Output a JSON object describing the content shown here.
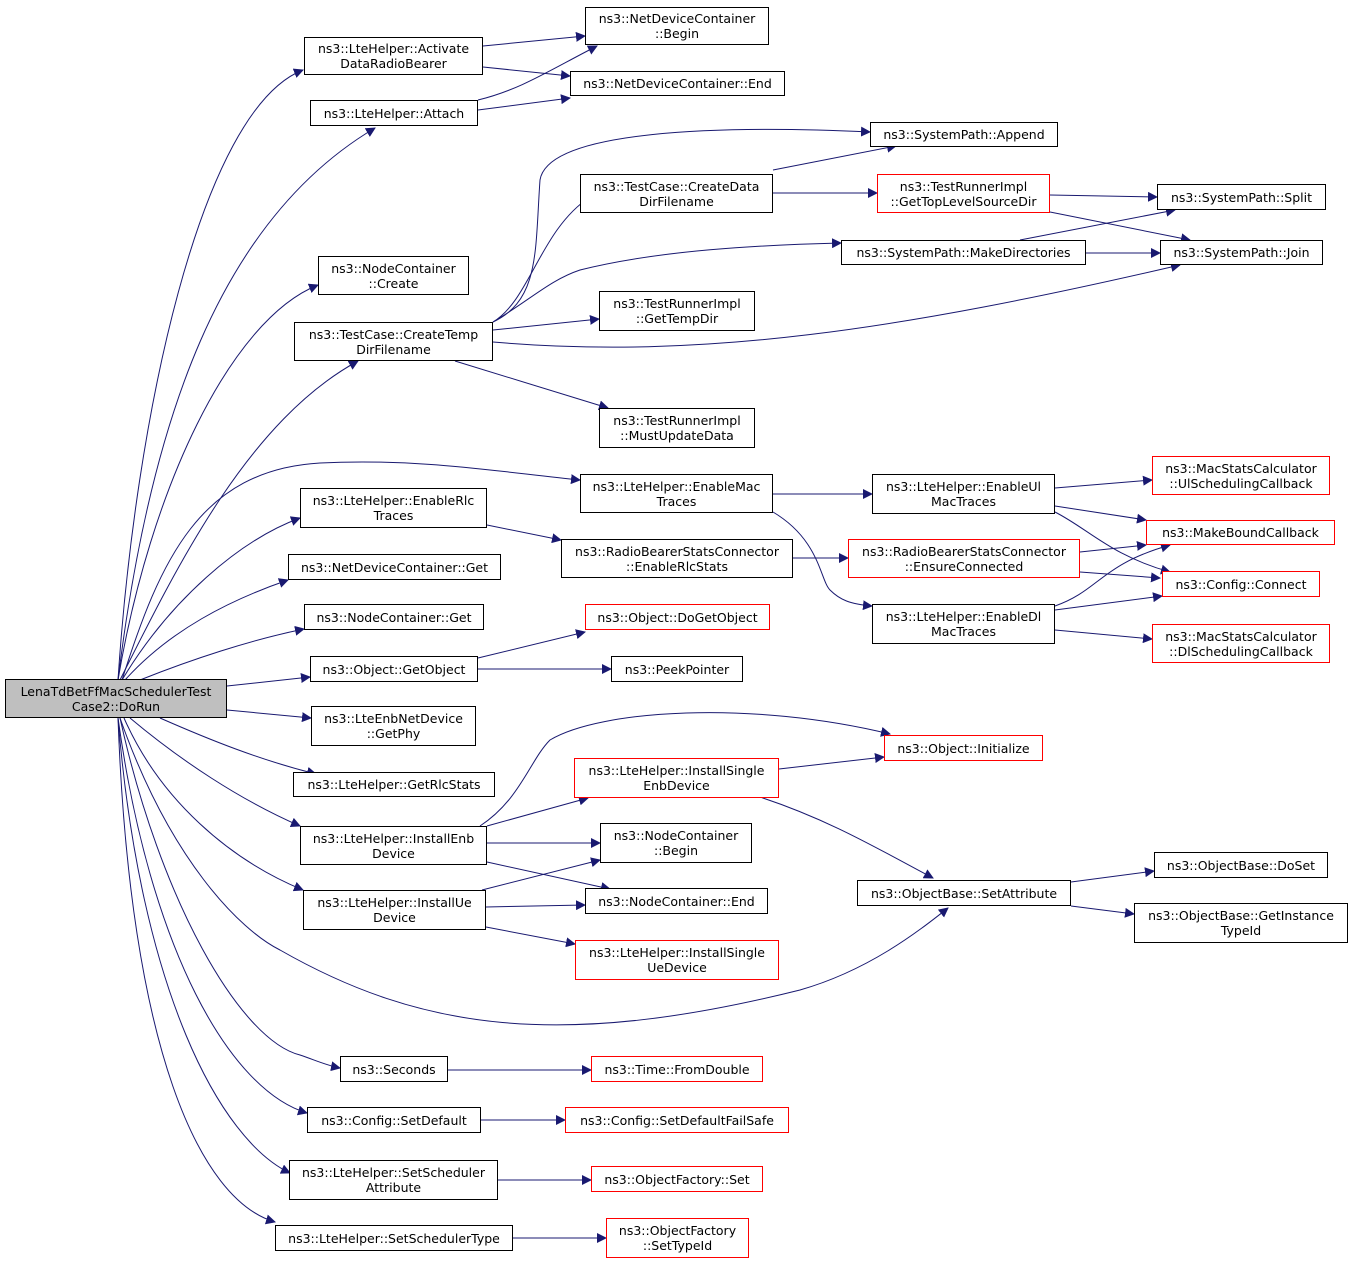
{
  "colors": {
    "edge": "#191970",
    "node_border": "#000000",
    "truncated_border": "#ff0000",
    "root_fill": "#bfbfbf"
  },
  "nodes": {
    "root": [
      "LenaTdBetFfMacSchedulerTest",
      "Case2::DoRun"
    ],
    "activateDataRadioBearer": [
      "ns3::LteHelper::Activate",
      "DataRadioBearer"
    ],
    "ndcBegin": [
      "ns3::NetDeviceContainer",
      "::Begin"
    ],
    "ndcEnd": [
      "ns3::NetDeviceContainer::End"
    ],
    "attach": [
      "ns3::LteHelper::Attach"
    ],
    "spAppend": [
      "ns3::SystemPath::Append"
    ],
    "createDataDirFilename": [
      "ns3::TestCase::CreateData",
      "DirFilename"
    ],
    "getTopLevelSourceDir": [
      "ns3::TestRunnerImpl",
      "::GetTopLevelSourceDir"
    ],
    "spSplit": [
      "ns3::SystemPath::Split"
    ],
    "makeDirectories": [
      "ns3::SystemPath::MakeDirectories"
    ],
    "spJoin": [
      "ns3::SystemPath::Join"
    ],
    "ncCreate": [
      "ns3::NodeContainer",
      "::Create"
    ],
    "createTempDirFilename": [
      "ns3::TestCase::CreateTemp",
      "DirFilename"
    ],
    "getTempDir": [
      "ns3::TestRunnerImpl",
      "::GetTempDir"
    ],
    "mustUpdateData": [
      "ns3::TestRunnerImpl",
      "::MustUpdateData"
    ],
    "enableMacTraces": [
      "ns3::LteHelper::EnableMac",
      "Traces"
    ],
    "enableUlMacTraces": [
      "ns3::LteHelper::EnableUl",
      "MacTraces"
    ],
    "ulSchedulingCallback": [
      "ns3::MacStatsCalculator",
      "::UlSchedulingCallback"
    ],
    "enableRlcTraces": [
      "ns3::LteHelper::EnableRlc",
      "Traces"
    ],
    "makeBoundCallback": [
      "ns3::MakeBoundCallback"
    ],
    "enableRlcStats": [
      "ns3::RadioBearerStatsConnector",
      "::EnableRlcStats"
    ],
    "ensureConnected": [
      "ns3::RadioBearerStatsConnector",
      "::EnsureConnected"
    ],
    "configConnect": [
      "ns3::Config::Connect"
    ],
    "ndcGet": [
      "ns3::NetDeviceContainer::Get"
    ],
    "ncGet": [
      "ns3::NodeContainer::Get"
    ],
    "enableDlMacTraces": [
      "ns3::LteHelper::EnableDl",
      "MacTraces"
    ],
    "doGetObject": [
      "ns3::Object::DoGetObject"
    ],
    "dlSchedulingCallback": [
      "ns3::MacStatsCalculator",
      "::DlSchedulingCallback"
    ],
    "getObject": [
      "ns3::Object::GetObject"
    ],
    "peekPointer": [
      "ns3::PeekPointer"
    ],
    "getPhy": [
      "ns3::LteEnbNetDevice",
      "::GetPhy"
    ],
    "initialize": [
      "ns3::Object::Initialize"
    ],
    "installSingleEnbDevice": [
      "ns3::LteHelper::InstallSingle",
      "EnbDevice"
    ],
    "getRlcStats": [
      "ns3::LteHelper::GetRlcStats"
    ],
    "installEnbDevice": [
      "ns3::LteHelper::InstallEnb",
      "Device"
    ],
    "ncBegin": [
      "ns3::NodeContainer",
      "::Begin"
    ],
    "obDoSet": [
      "ns3::ObjectBase::DoSet"
    ],
    "setAttribute": [
      "ns3::ObjectBase::SetAttribute"
    ],
    "installUeDevice": [
      "ns3::LteHelper::InstallUe",
      "Device"
    ],
    "ncEnd": [
      "ns3::NodeContainer::End"
    ],
    "getInstanceTypeId": [
      "ns3::ObjectBase::GetInstance",
      "TypeId"
    ],
    "installSingleUeDevice": [
      "ns3::LteHelper::InstallSingle",
      "UeDevice"
    ],
    "seconds": [
      "ns3::Seconds"
    ],
    "fromDouble": [
      "ns3::Time::FromDouble"
    ],
    "setDefault": [
      "ns3::Config::SetDefault"
    ],
    "setDefaultFailSafe": [
      "ns3::Config::SetDefaultFailSafe"
    ],
    "setSchedulerAttribute": [
      "ns3::LteHelper::SetScheduler",
      "Attribute"
    ],
    "ofSet": [
      "ns3::ObjectFactory::Set"
    ],
    "setSchedulerType": [
      "ns3::LteHelper::SetSchedulerType"
    ],
    "setTypeId": [
      "ns3::ObjectFactory",
      "::SetTypeId"
    ]
  }
}
